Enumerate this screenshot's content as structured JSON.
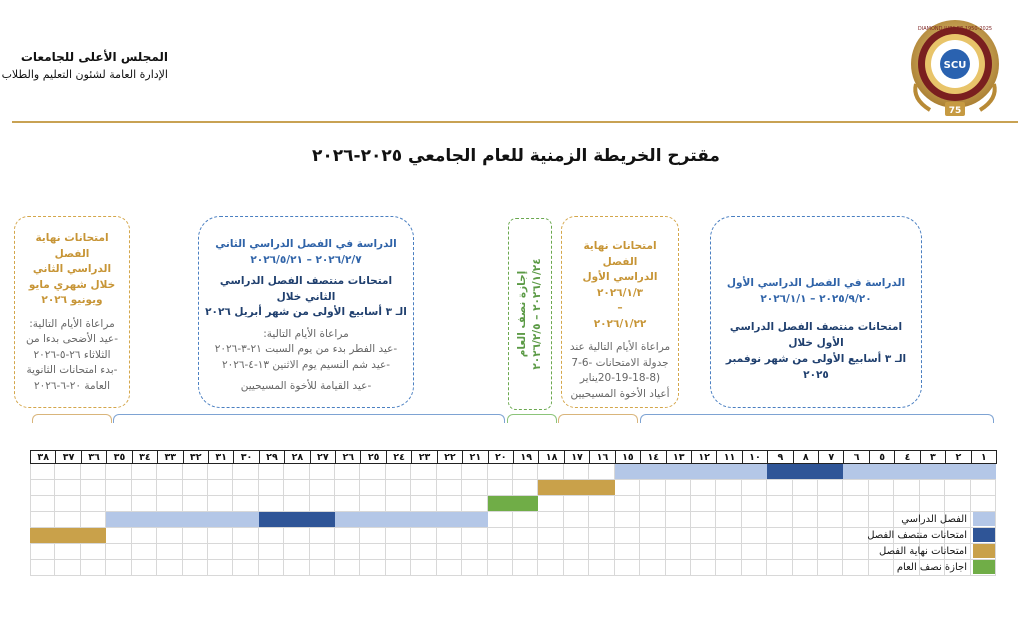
{
  "header": {
    "org_line1": "المجلس الأعلى للجامعات",
    "org_line2": "الإدارة العامة لشئون التعليم والطلاب",
    "logo_top_text": "DIAMOND JUBILEE 1950-2025",
    "logo_center_text": "SCU",
    "logo_bottom_text": "75"
  },
  "title": "مقترح الخريطة الزمنية للعام الجامعي ٢٠٢٥-٢٠٢٦",
  "boxes": {
    "sem1": {
      "line1": "الدراسة في الفصل الدراسي الأول",
      "line2": "٢٠٢٥/٩/٢٠ – ٢٠٢٦/١/١",
      "line3": "امتحانات منتصف الفصل الدراسي الأول خلال",
      "line4": "الـ ٣ أسابيع الأولى من شهر نوفمبر ٢٠٢٥"
    },
    "final1": {
      "line1": "امتحانات نهاية الفصل",
      "line2": "الدراسي الأول",
      "line3": "٢٠٢٦/١/٣",
      "line4": "–",
      "line5": "٢٠٢٦/١/٢٢",
      "line6": "مراعاة الأيام التالية عند",
      "line7": "جدولة الامتحانات -6-7",
      "line8": "(20-19-18-8يناير",
      "line9": "أعياد الأخوة المسيحيين"
    },
    "midyear": {
      "line1": "إجازة نصف العام",
      "line2": "٢٠٢٦/١/٢٤ – ٢٠٢٦/٢/٥"
    },
    "sem2": {
      "line1": "الدراسة في الفصل الدراسي الثاني",
      "line2": "٢٠٢٦/٢/٧ – ٢٠٢٦/٥/٢١",
      "line3": "امتحانات منتصف الفصل الدراسي الثاني خلال",
      "line4": "الـ ٣ أسابيع الأولى من شهر أبريل ٢٠٢٦",
      "line5": "مراعاة الأيام التالية:",
      "line6": "-عيد الفطر بدء من يوم السبت ٢١-٣-٢٠٢٦",
      "line7": "-عيد شم النسيم يوم الاثنين ١٣-٤-٢٠٢٦",
      "line8": "-عيد القيامة للأخوة المسيحيين"
    },
    "final2": {
      "line1": "امتحانات نهاية الفصل",
      "line2": "الدراسي الثاني",
      "line3": "خلال شهري مايو",
      "line4": "ويونيو ٢٠٢٦",
      "line5": "مراعاة الأيام التالية:",
      "line6": "-عيد الأضحى بدءا من",
      "line7": "الثلاثاء ٢٦-٥-٢٠٢٦",
      "line8": "-بدء امتحانات الثانوية",
      "line9": "العامة ٢٠-٦-٢٠٢٦"
    }
  },
  "weeks": [
    "١",
    "٢",
    "٣",
    "٤",
    "٥",
    "٦",
    "٧",
    "٨",
    "٩",
    "١٠",
    "١١",
    "١٢",
    "١٣",
    "١٤",
    "١٥",
    "١٦",
    "١٧",
    "١٨",
    "١٩",
    "٢٠",
    "٢١",
    "٢٢",
    "٢٣",
    "٢٤",
    "٢٥",
    "٢٦",
    "٢٧",
    "٢٨",
    "٢٩",
    "٣٠",
    "٣١",
    "٣٢",
    "٣٣",
    "٣٤",
    "٣٥",
    "٣٦",
    "٣٧",
    "٣٨"
  ],
  "legend": [
    {
      "label": "الفصل الدراسي",
      "color": "#b4c7e7"
    },
    {
      "label": "امتحانات منتصف الفصل",
      "color": "#2f5597"
    },
    {
      "label": "امتحانات نهاية الفصل",
      "color": "#c9a14a"
    },
    {
      "label": "اجازة نصف العام",
      "color": "#70ad47"
    }
  ],
  "timeline": {
    "row1": [
      {
        "from": 1,
        "to": 6,
        "type": "study"
      },
      {
        "from": 7,
        "to": 9,
        "type": "midterm"
      },
      {
        "from": 10,
        "to": 15,
        "type": "study"
      }
    ],
    "row2": [
      {
        "from": 16,
        "to": 18,
        "type": "final"
      }
    ],
    "row3": [
      {
        "from": 19,
        "to": 20,
        "type": "break"
      }
    ],
    "row4": [
      {
        "from": 21,
        "to": 26,
        "type": "study"
      },
      {
        "from": 27,
        "to": 29,
        "type": "midterm"
      },
      {
        "from": 30,
        "to": 35,
        "type": "study"
      }
    ],
    "row5": [
      {
        "from": 36,
        "to": 38,
        "type": "final"
      }
    ]
  }
}
